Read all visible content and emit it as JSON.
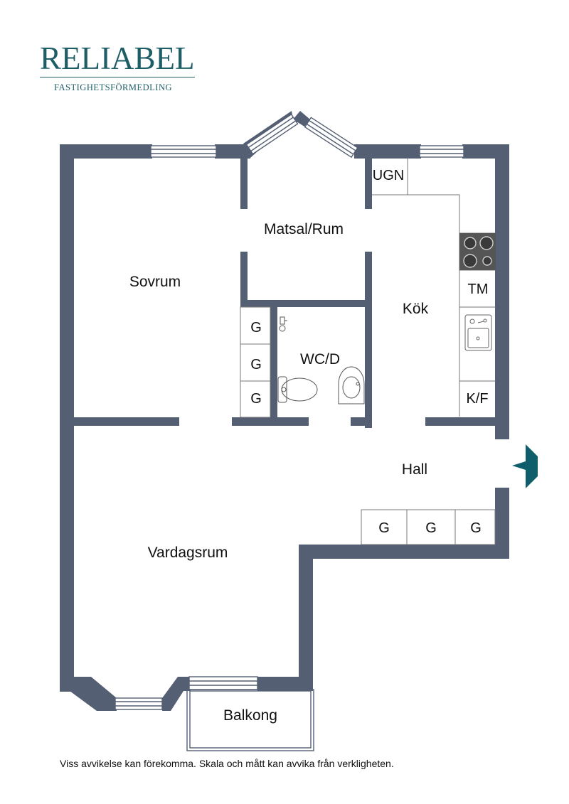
{
  "brand": {
    "name": "RELIABEL",
    "tagline": "FASTIGHETSFÖRMEDLING"
  },
  "colors": {
    "wall": "#545f74",
    "brand": "#1d5e66",
    "entry_arrow": "#0e5f6b"
  },
  "rooms": {
    "sovrum": "Sovrum",
    "matsal": "Matsal/Rum",
    "kok": "Kök",
    "wc": "WC/D",
    "hall": "Hall",
    "vardagsrum": "Vardagsrum",
    "balkong": "Balkong"
  },
  "fixtures": {
    "ugn": "UGN",
    "tm": "TM",
    "kf": "K/F",
    "wardrobe": "G"
  },
  "icons": {
    "entry": "entry-arrow-icon",
    "stove": "stove-icon",
    "sink": "kitchen-sink-icon",
    "toilet": "toilet-icon",
    "washbasin": "washbasin-icon",
    "tap": "tap-icon"
  },
  "disclaimer": "Viss avvikelse kan förekomma. Skala och mått kan avvika från verkligheten."
}
